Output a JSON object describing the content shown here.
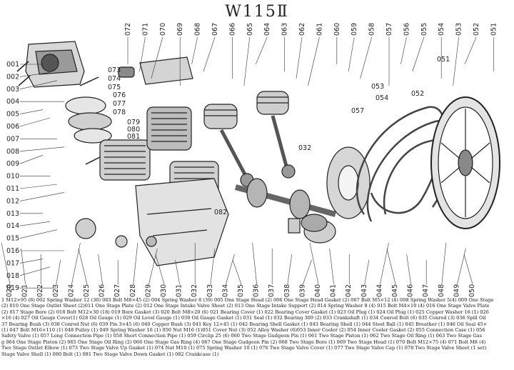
{
  "title": "W115Ⅱ",
  "left_labels": [
    "001",
    "002",
    "003",
    "004",
    "005",
    "006",
    "007",
    "008",
    "009",
    "010",
    "011",
    "012",
    "013",
    "014",
    "015",
    "016",
    "017",
    "018",
    "019"
  ],
  "bottom_labels": [
    "020",
    "021",
    "022",
    "023",
    "024",
    "025",
    "026",
    "027",
    "028",
    "029",
    "030",
    "031",
    "032",
    "033",
    "034",
    "035",
    "036",
    "037",
    "038",
    "039",
    "040",
    "041",
    "042",
    "043",
    "044",
    "045",
    "046",
    "047",
    "048",
    "049",
    "050"
  ],
  "top_labels": [
    "072",
    "071",
    "070",
    "069",
    "068",
    "067",
    "066",
    "065",
    "064",
    "063",
    "062",
    "061",
    "060",
    "059",
    "058",
    "057",
    "056",
    "055",
    "054",
    "053",
    "052",
    "051"
  ],
  "inner_labels": [
    "073",
    "074",
    "075",
    "076",
    "077",
    "078",
    "079",
    "080",
    "081",
    "082",
    "053",
    "054",
    "057",
    "052",
    "051",
    "032"
  ],
  "legend_lines": [
    "1 M12×95 (8) 002 Spring Washer 12 (30) 003 Bolt M8×45 (2) 004 Spring Washer 8 (39) 005 One Stage Head (2) 006 One Stage Head Gasket (2) 007 Bolt M5×12 (4) 008 Spring Washer 5(4) 009 One Stage",
    "(2) 010 One Stage Outlet Sheet (2)011 One Stage Plate (2) 012 One Stage Intake Valve Sheet (2) 013 One Stage Intake Support (2) 014 Spring Washer 8 (4) 015 Bolt M4×10 (4) 016 One Stage Valve Plate",
    "(2) 017 Stage Bore (2) 018 Bolt M12×30 (18) 019 Bore Gasket (3) 020 Bolt M8×20 (6) 021 Bearing Cover (1) 022 Bearing Cover Gasket (1) 023 Oil Plug (1) 024 Oil Plug (1) 025 Copper Washer 16 (1) 026",
    "×16 (4) 027 Oil Gauge Cover(1) 028 Oil Gauge (1) 029 Oil Level Gauge (1) 030 Oil Gauge Gasket (1) 031 Seal (1) 032 Bearing 309 (2) 033 Crankshaft (1) 034 Conrod Bolt (6) 035 Conrod (3) 036 Spill Oil",
    "37 Bearing Bush (3) 038 Conrod Nut (6) 039 Pin 3×45 (6) 040 Copper Bush (3) 041 Key 12×45 (1) 042 Bearing Shell Gasket (1) 043 Bearing Shell (1) 044 Steel Ball (1) 045 Breather (1) 046 Oil Seal 45×",
    "(1) 047 Bolt M16×110 (1) 048 Pulley (1) 049 Spring Washer 16 (1) 050 Nut M16 (1)051 Cover Nut (3) 052 Alloy Washer (6)053 Inner Cooler (2) 054 Inner Cooler Gasket (2) 055 Connection Case (1) 056",
    "Safety Valve (1) 057 Long Connection Pipe (1) 058 Short Connection Pipe (1) 059 Circlip 25 (6) 060 Two Stage Gudgeon Pin (1) 061 Two Stage Piston (1) 062 Two Stage Oil Ring (1) 063 Two Stage Gas",
    "g 064 One Stage Piston (2) 065 One Stage Oil Ring (2) 066 One Stage Gas Ring (4) 067 One Stage Gudgeon Pin (2) 068 Two Stage Bore (1) 069 Two Stage Head (1) 070 Bolt M12×75 (4) 071 Bolt M8 (4)",
    "Two Stage Outlet Elbow (1) 073 Two Stage Valve Up Gasket (1) 074 Nut M10 (1) 075 Spring Washer 10 (1) 076 Two Stage Valve Cover (1) 077 Two Stage Valve Cap (1) 078 Two Stage Valve Sheet (1 set)",
    "Stage Valve Shell (1) 080 Bolt (1) 081 Two Stage Valve Down Gasket (1) 082 Crankcase (1)"
  ]
}
